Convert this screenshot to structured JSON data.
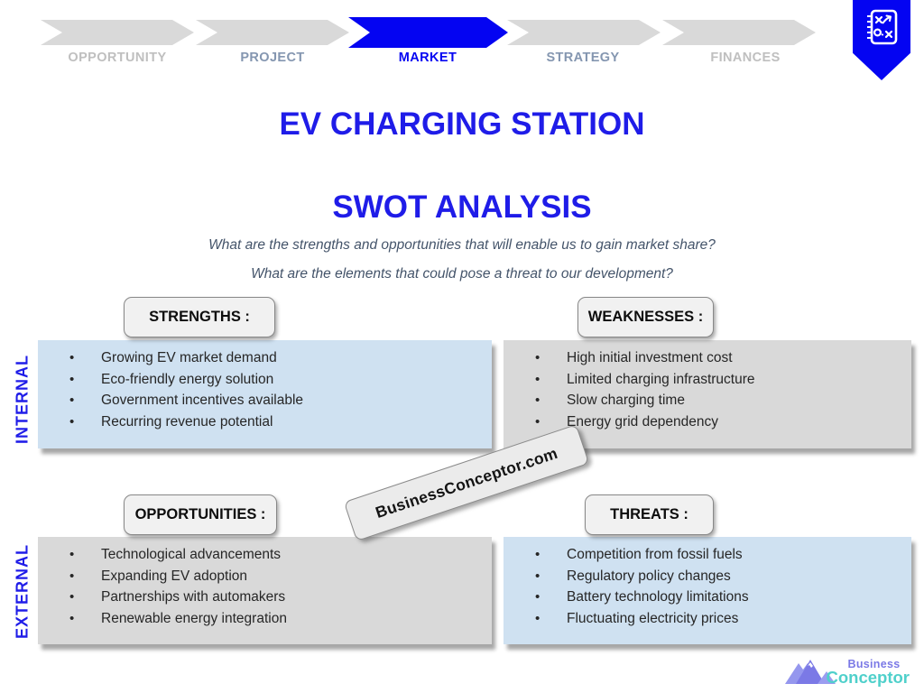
{
  "colors": {
    "accent_blue": "#1F1CE8",
    "chevron_blue": "#0404F2",
    "chevron_gray": "#D9D9D9",
    "step_text_muted": "#BFBFBF",
    "step_text_slate": "#8496B0",
    "box_light_blue": "#CFE1F1",
    "box_gray": "#D9D9D9",
    "pill_bg": "#F1F1F1",
    "pill_border": "#888888",
    "question_text": "#44546A",
    "body_text": "#262626",
    "logo_purple": "#7B79E6",
    "logo_teal": "#4FD0CB"
  },
  "stepper": {
    "steps": [
      {
        "label": "OPPORTUNITY",
        "active": false
      },
      {
        "label": "PROJECT",
        "active": false
      },
      {
        "label": "MARKET",
        "active": true
      },
      {
        "label": "STRATEGY",
        "active": false
      },
      {
        "label": "FINANCES",
        "active": false
      }
    ],
    "badge_icon": "strategy-board-icon"
  },
  "header": {
    "title": "EV CHARGING STATION",
    "section_title": "SWOT ANALYSIS",
    "question_1": "What are the strengths and opportunities that will enable us to gain market share?",
    "question_2": "What are the elements that could pose a threat to our development?"
  },
  "row_labels": {
    "internal": "INTERNAL",
    "external": "EXTERNAL"
  },
  "quadrants": {
    "strengths": {
      "label": "STRENGTHS :",
      "items": [
        "Growing EV market demand",
        "Eco-friendly energy solution",
        "Government incentives available",
        "Recurring revenue potential"
      ]
    },
    "weaknesses": {
      "label": "WEAKNESSES :",
      "items": [
        "High initial investment cost",
        "Limited charging infrastructure",
        "Slow charging time",
        "Energy grid dependency"
      ]
    },
    "opportunities": {
      "label": "OPPORTUNITIES :",
      "items": [
        "Technological advancements",
        "Expanding EV adoption",
        "Partnerships with automakers",
        "Renewable energy integration"
      ]
    },
    "threats": {
      "label": "THREATS :",
      "items": [
        "Competition from fossil fuels",
        "Regulatory policy changes",
        "Battery technology limitations",
        "Fluctuating electricity prices"
      ]
    }
  },
  "watermark": {
    "text": "BusinessConceptor.com"
  },
  "footer_logo": {
    "line1": "Business",
    "line2": "Conceptor",
    "icon": "mountains-icon"
  }
}
